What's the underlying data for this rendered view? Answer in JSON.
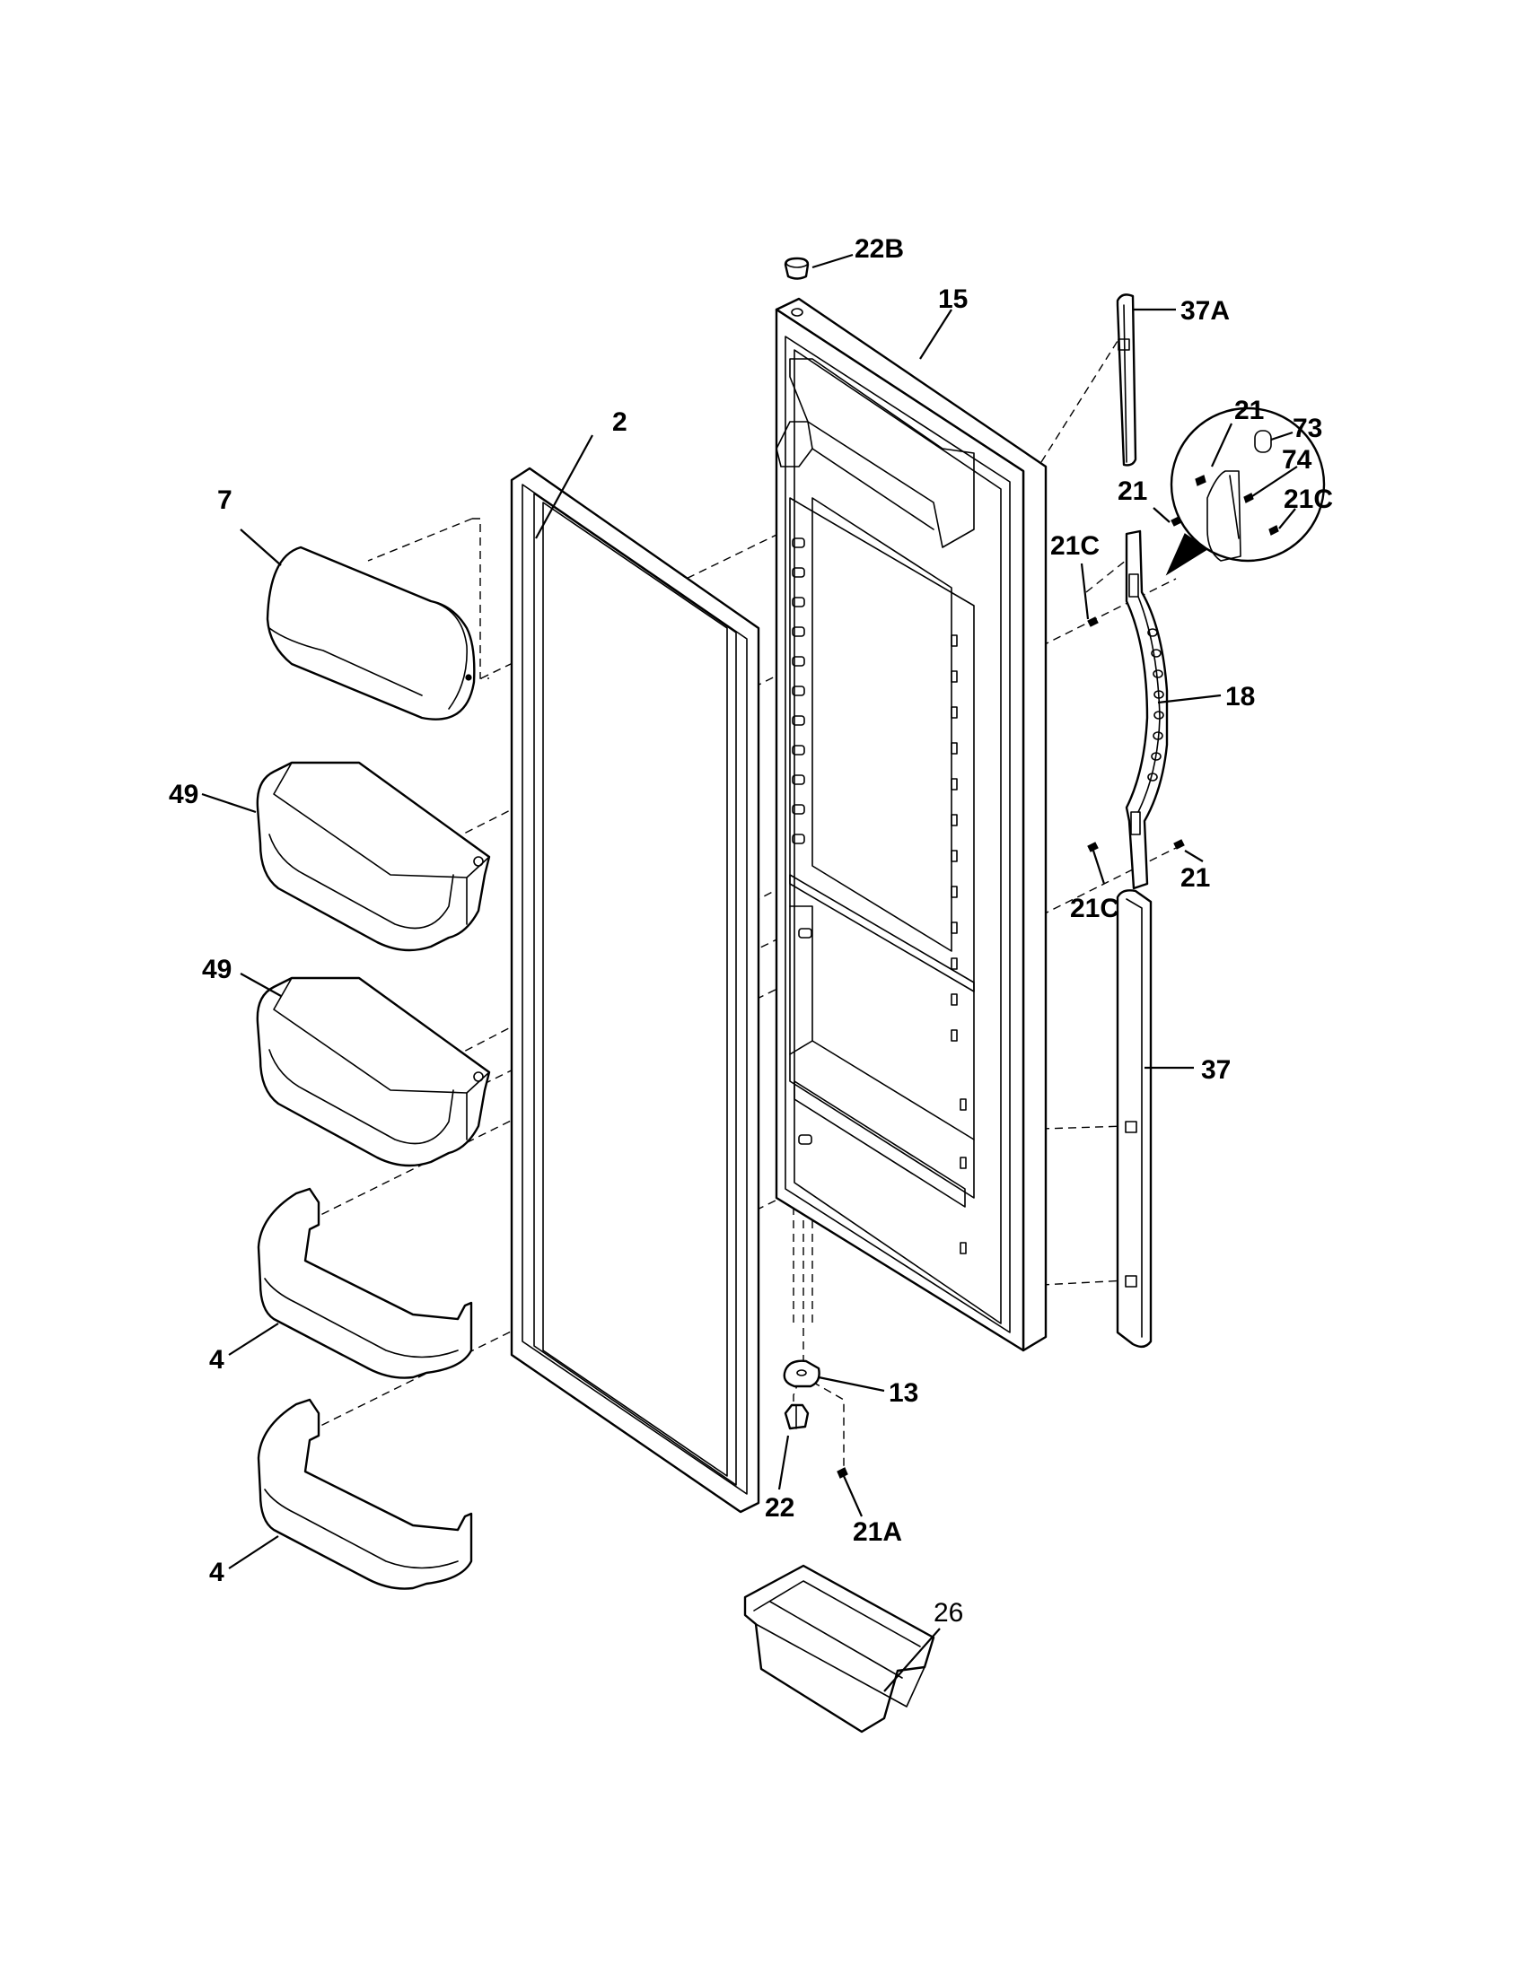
{
  "diagram": {
    "labels": {
      "l_22B": "22B",
      "l_15": "15",
      "l_37A": "37A",
      "l_2": "2",
      "l_7": "7",
      "l_21_inset": "21",
      "l_73": "73",
      "l_74": "74",
      "l_21_top": "21",
      "l_21C_inset": "21C",
      "l_21C_top": "21C",
      "l_18": "18",
      "l_49_a": "49",
      "l_49_b": "49",
      "l_21_bottom": "21",
      "l_21C_bottom": "21C",
      "l_37": "37",
      "l_4_a": "4",
      "l_4_b": "4",
      "l_13": "13",
      "l_22": "22",
      "l_21A": "21A",
      "l_26": "26"
    }
  }
}
